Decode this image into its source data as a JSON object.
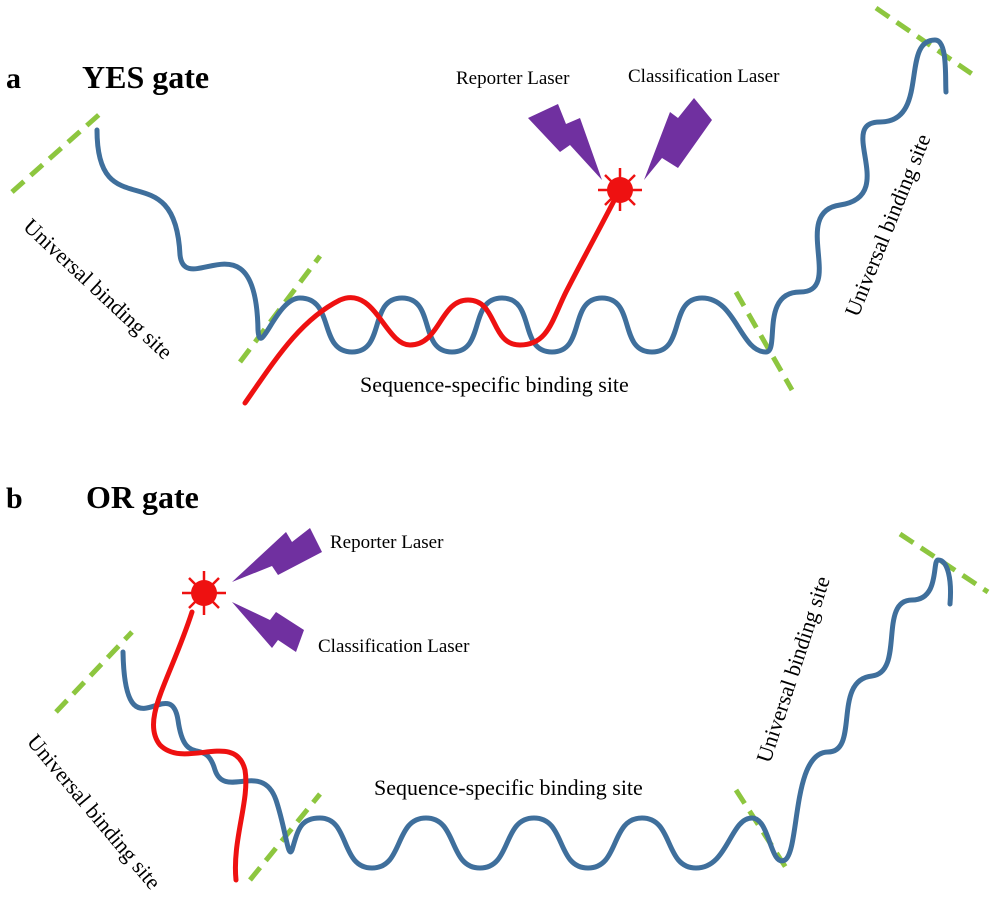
{
  "panel_a": {
    "letter": "a",
    "title": "YES gate",
    "left_site_label": "Universal binding site",
    "right_site_label": "Universal binding site",
    "middle_site_label": "Sequence-specific binding site",
    "reporter_laser_label": "Reporter Laser",
    "classification_laser_label": "Classification Laser"
  },
  "panel_b": {
    "letter": "b",
    "title": "OR gate",
    "left_site_label": "Universal binding site",
    "right_site_label": "Universal binding site",
    "middle_site_label": "Sequence-specific binding site",
    "reporter_laser_label": "Reporter Laser",
    "classification_laser_label": "Classification Laser"
  },
  "colors": {
    "template_strand": "#3f6f9c",
    "reporter_strand": "#ee1111",
    "binding_boundary": "#8dc63f",
    "laser": "#7030a0",
    "fluorophore": "#ee1111"
  },
  "icons": [
    "lightning-bolt-icon",
    "fluorophore-star-icon"
  ]
}
